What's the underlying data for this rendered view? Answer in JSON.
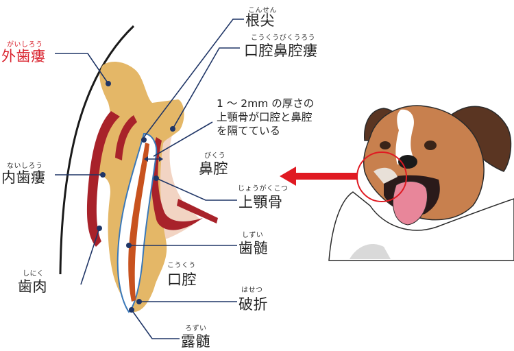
{
  "labels": {
    "konsen": {
      "text": "根尖",
      "ruby": "こんせん"
    },
    "koukou_bikuu_rou": {
      "text": "口腔鼻腔瘻",
      "ruby": "こうくうびくうろう"
    },
    "gaishirou": {
      "text": "外歯瘻",
      "ruby": "がいしろう"
    },
    "naishirou": {
      "text": "内歯瘻",
      "ruby": "ないしろう"
    },
    "bikuu": {
      "text": "鼻腔",
      "ruby": "びくう"
    },
    "jougakukotsu": {
      "text": "上顎骨",
      "ruby": "じょうがくこつ"
    },
    "shizui": {
      "text": "歯髄",
      "ruby": "しずい"
    },
    "shiniku": {
      "text": "歯肉",
      "ruby": "しにく"
    },
    "koukuu": {
      "text": "口腔",
      "ruby": "こうくう"
    },
    "hasetsu": {
      "text": "破折",
      "ruby": "はせつ"
    },
    "rozui": {
      "text": "露髄",
      "ruby": "ろずい"
    }
  },
  "note": {
    "line1": "1 ～ 2mm の厚さの",
    "line2": "上顎骨が口腔と鼻腔",
    "line3": "を隔てている"
  },
  "colors": {
    "bone": "#e4b767",
    "gum": "#a8222a",
    "pulp": "#c8521e",
    "tooth": "#ffffff",
    "tooth_outline": "#3a78b8",
    "leader": "#1f3566",
    "arrow": "#e01a22",
    "dog_fur": "#c8804e"
  }
}
